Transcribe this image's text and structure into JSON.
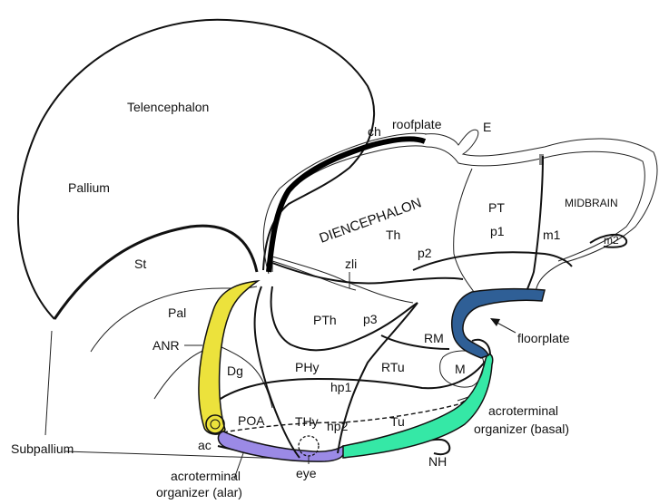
{
  "labels": {
    "telencephalon": "Telencephalon",
    "pallium": "Pallium",
    "st": "St",
    "pal": "Pal",
    "anr": "ANR",
    "dg": "Dg",
    "poa": "POA",
    "ac": "ac",
    "subpallium": "Subpallium",
    "acro_alar_1": "acroterminal",
    "acro_alar_2": "organizer (alar)",
    "roofplate": "roofplate",
    "ch": "ch",
    "e": "E",
    "diencephalon": "DIENCEPHALON",
    "th": "Th",
    "p2": "p2",
    "zli": "zli",
    "pth": "PTh",
    "p3": "p3",
    "phy": "PHy",
    "hp1": "hp1",
    "thy": "THy",
    "hp2": "hp2",
    "eye": "eye",
    "pt": "PT",
    "p1": "p1",
    "midbrain": "MIDBRAIN",
    "m1": "m1",
    "m2": "m2",
    "rm": "RM",
    "rtu": "RTu",
    "m": "M",
    "tu": "Tu",
    "floorplate": "floorplate",
    "acro_basal_1": "acroterminal",
    "acro_basal_2": "organizer (basal)",
    "nh": "NH"
  },
  "colors": {
    "anr_yellow": "#ece23c",
    "alar_purple": "#9b8ae6",
    "basal_green": "#35e8a6",
    "floorplate_blue": "#2f5f96",
    "outline": "#111111"
  }
}
